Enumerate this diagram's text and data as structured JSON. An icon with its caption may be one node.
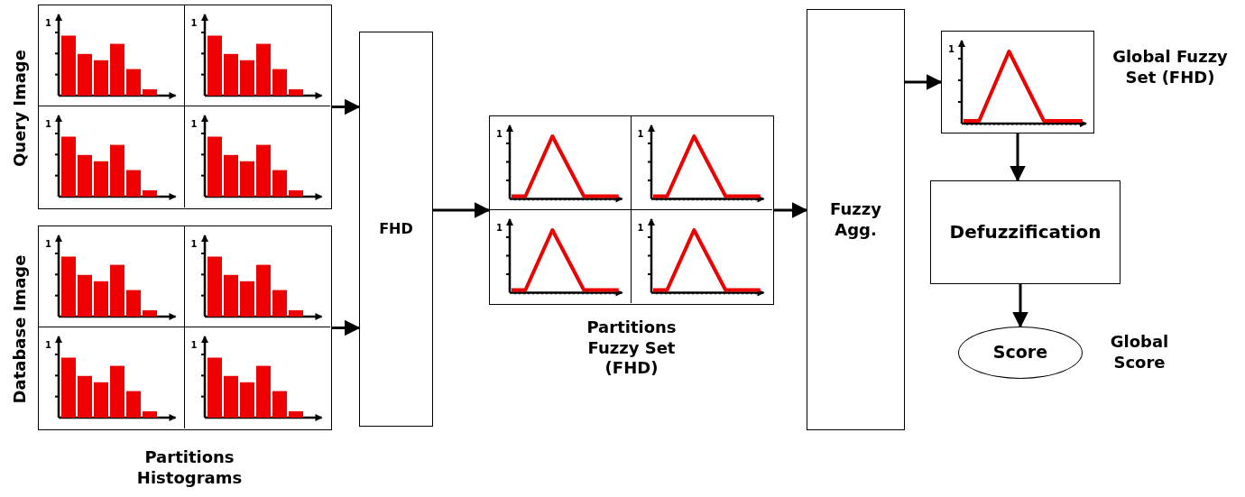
{
  "diagram": {
    "nodes": [
      {
        "text": [
          "Query Image"
        ]
      },
      {
        "text": [
          "1"
        ],
        "in": 0
      },
      {
        "text": [
          "1"
        ],
        "in": 0
      },
      {
        "text": [
          "1"
        ],
        "in": 0
      },
      {
        "text": [
          "1"
        ],
        "in": 0
      },
      {
        "text": [
          "Database Image"
        ]
      },
      {
        "text": [
          "1"
        ],
        "in": 5
      },
      {
        "text": [
          "1"
        ],
        "in": 5
      },
      {
        "text": [
          "1"
        ],
        "in": 5
      },
      {
        "text": [
          "1"
        ],
        "in": 5
      },
      {
        "text": [
          "FHD"
        ]
      },
      {
        "text": [],
        "shape": "box",
        "beside": [
          "Partitions Fuzzy Set (FHD)"
        ]
      },
      {
        "text": [
          "1"
        ],
        "in": 11
      },
      {
        "text": [
          "1"
        ],
        "in": 11
      },
      {
        "text": [
          "1"
        ],
        "in": 11
      },
      {
        "text": [
          "1"
        ],
        "in": 11
      },
      {
        "text": [
          "Fuzzy Agg."
        ]
      },
      {
        "text": [
          "1"
        ],
        "beside": [
          "Global Fuzzy Set (FHD)"
        ]
      },
      {
        "text": [
          "Defuzzification"
        ]
      },
      {
        "text": [
          "Score"
        ],
        "beside": [
          "Global Score"
        ]
      }
    ],
    "edges": [
      {
        "from": 0,
        "to": 10,
        "arrow": "to"
      },
      {
        "from": 5,
        "to": 10,
        "arrow": "to"
      },
      {
        "from": 10,
        "to": 11,
        "arrow": "to"
      },
      {
        "from": 11,
        "to": 16,
        "arrow": "to"
      },
      {
        "from": 16,
        "to": 17,
        "arrow": "to"
      },
      {
        "from": 17,
        "to": 18,
        "arrow": "to"
      },
      {
        "from": 18,
        "to": 19,
        "arrow": "to"
      }
    ],
    "labels": [
      "Partitions Histograms"
    ]
  }
}
